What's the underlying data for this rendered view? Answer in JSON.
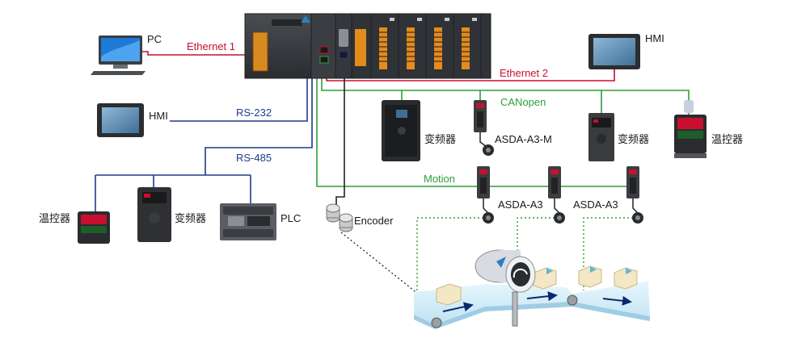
{
  "network": {
    "pc": "PC",
    "ethernet1": "Ethernet 1",
    "ethernet2": "Ethernet 2",
    "hmi_top": "HMI",
    "hmi_left": "HMI",
    "rs232": "RS-232",
    "rs485": "RS-485",
    "canopen": "CANopen",
    "motion": "Motion",
    "encoder": "Encoder",
    "vfd_canopen_1": "变频器",
    "servo_canopen": "ASDA-A3-M",
    "vfd_canopen_2": "变频器",
    "temp_canopen": "温控器",
    "temp_rs485": "温控器",
    "vfd_rs485": "变频器",
    "plc_rs485": "PLC",
    "servo_motion_1": "ASDA-A3",
    "servo_motion_2": "ASDA-A3"
  },
  "colors": {
    "ethernet": "#c8102e",
    "serial": "#1f3b8a",
    "fieldbus": "#2e9e3a",
    "encoder_line": "#222222",
    "conveyor": "#d7eef8"
  },
  "icons": {
    "pc": "desktop-computer-icon",
    "hmi": "touch-panel-icon",
    "vfd": "variable-frequency-drive-icon",
    "servo": "servo-drive-icon",
    "temp": "temperature-controller-icon",
    "plc": "plc-module-icon",
    "encoder": "rotary-encoder-icon",
    "conveyor": "conveyor-belt-icon"
  }
}
